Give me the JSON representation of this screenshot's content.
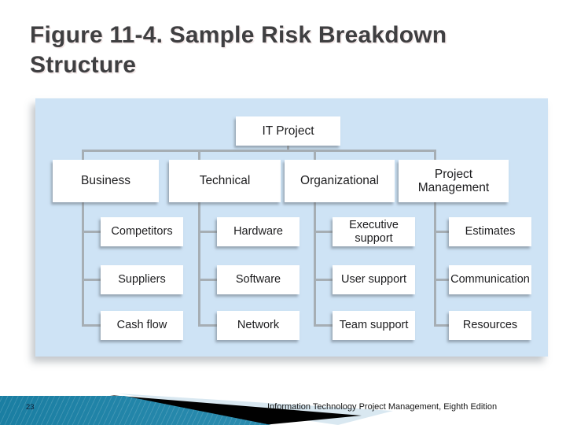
{
  "slide": {
    "title": "Figure 11-4. Sample Risk Breakdown Structure",
    "page_number": "23",
    "footer": "Information Technology Project Management, Eighth Edition"
  },
  "tree": {
    "root": "IT Project",
    "categories": [
      {
        "label": "Business",
        "children": [
          "Competitors",
          "Suppliers",
          "Cash flow"
        ]
      },
      {
        "label": "Technical",
        "children": [
          "Hardware",
          "Software",
          "Network"
        ]
      },
      {
        "label": "Organizational",
        "children": [
          "Executive support",
          "User support",
          "Team support"
        ]
      },
      {
        "label": "Project Management",
        "children": [
          "Estimates",
          "Communication",
          "Resources"
        ]
      }
    ]
  },
  "colors": {
    "title_text": "#3f3f41",
    "panel_background": "#cee3f5",
    "connector": "#a6aeb4",
    "node_background": "#ffffff",
    "node_text": "#1c1c1e",
    "swoosh_teal_dark": "#1a7ea2",
    "swoosh_teal_light": "#66bcd4",
    "swoosh_pale": "#d9e8f1",
    "swoosh_black": "#010101"
  }
}
